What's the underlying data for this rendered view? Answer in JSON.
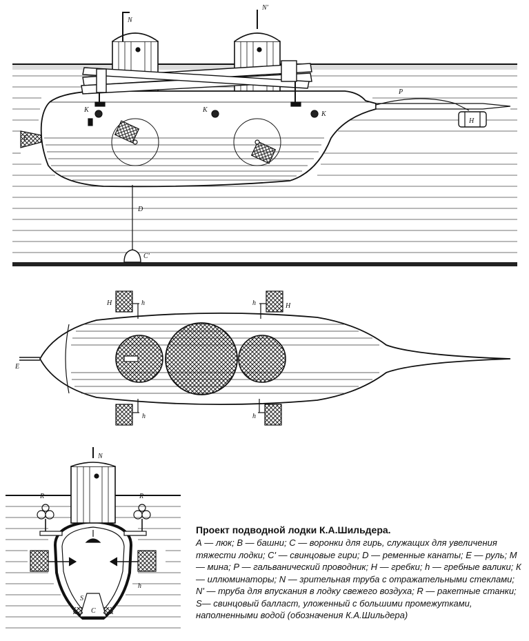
{
  "figure": {
    "labels": {
      "N": "N",
      "N_prime": "N'",
      "K": "K",
      "P": "P",
      "H": "H",
      "E": "E",
      "D": "D",
      "C_prime": "C'",
      "h": "h",
      "R": "R",
      "S": "S",
      "C": "C"
    }
  },
  "caption": {
    "title": "Проект подводной лодки К.А.Шильдера.",
    "text": "А — люк; В — башни; С — воронки для гирь, служащих для увеличения тяжести лодки; С' — свинцовые гири; D — ременные канаты; Е — руль; М — мина; Р — гальванический проводник; Н — гребки; h — гребные валики; К — иллюминаторы; N — зрительная труба с отражательными стеклами; N' — труба для впускания в лодку свежего воздуха; R — ракетные станки; S— свинцовый балласт, уложенный с большими промежутками, наполненными водой (обозначения К.А.Шильдера)"
  }
}
